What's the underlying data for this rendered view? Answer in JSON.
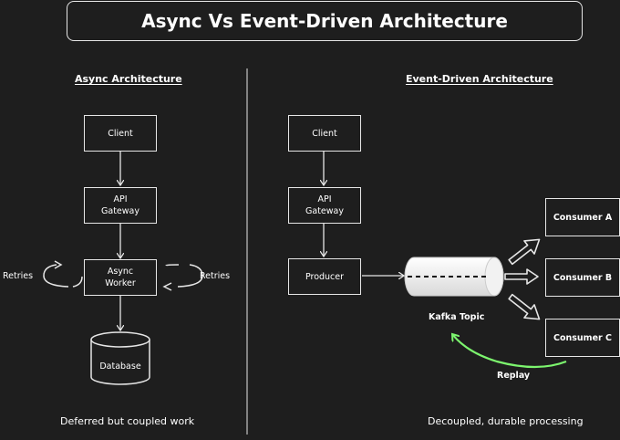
{
  "title": "Async Vs Event-Driven Architecture",
  "async": {
    "heading": "Async Architecture",
    "client": "Client",
    "gateway_line1": "API",
    "gateway_line2": "Gateway",
    "worker_line1": "Async",
    "worker_line2": "Worker",
    "retries_left": "Retries",
    "retries_right": "Retries",
    "database": "Database",
    "footer": "Deferred but coupled work"
  },
  "event": {
    "heading": "Event-Driven Architecture",
    "client": "Client",
    "gateway_line1": "API",
    "gateway_line2": "Gateway",
    "producer": "Producer",
    "topic": "Kafka Topic",
    "consumer_a": "Consumer A",
    "consumer_b": "Consumer B",
    "consumer_c": "Consumer C",
    "replay": "Replay",
    "footer": "Decoupled, durable processing"
  },
  "colors": {
    "background": "#1e1e1e",
    "stroke": "#e6e6e6",
    "replay_arrow": "#7cf56e"
  }
}
